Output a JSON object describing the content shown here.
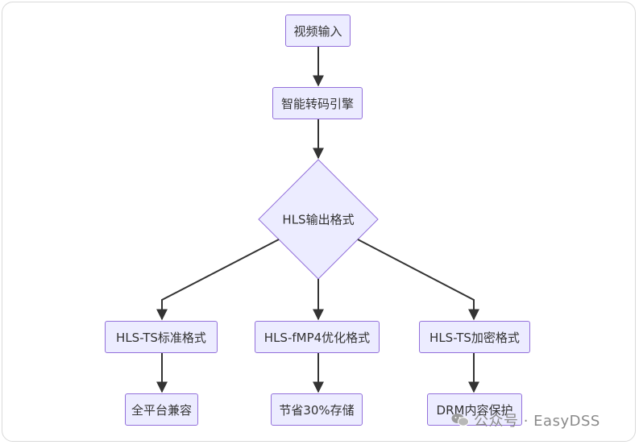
{
  "nodes": {
    "video_input": "视频输入",
    "transcode_engine": "智能转码引擎",
    "hls_format": "HLS输出格式",
    "hls_ts_standard": "HLS-TS标准格式",
    "hls_fmp4": "HLS-fMP4优化格式",
    "hls_ts_encrypted": "HLS-TS加密格式",
    "all_platform": "全平台兼容",
    "save_storage": "节省30%存储",
    "drm_protection": "DRM内容保护"
  },
  "watermark": {
    "text": "公众号 · EasyDSS"
  },
  "colors": {
    "node_fill": "#ECECFF",
    "node_stroke": "#9370DB",
    "edge": "#333333",
    "text": "#333333"
  }
}
